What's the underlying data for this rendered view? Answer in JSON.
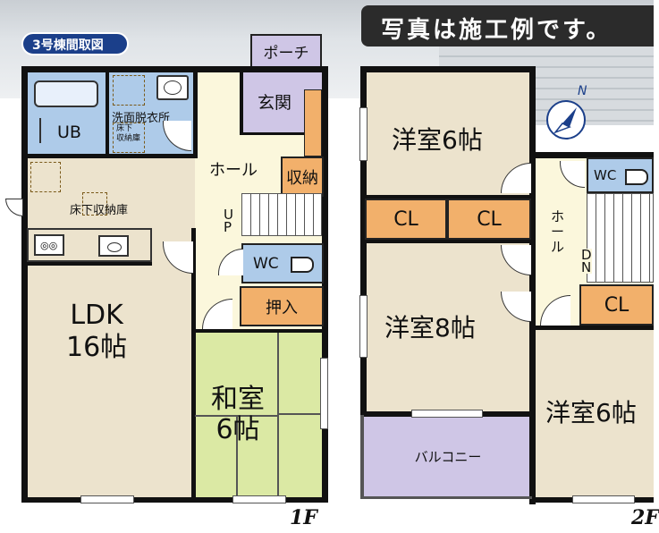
{
  "banner": {
    "text": "写真は施工例です。"
  },
  "tag": {
    "text": "3号棟間取図"
  },
  "floor1": {
    "label": "1F",
    "rooms": {
      "porch": "ポーチ",
      "genkan": "玄関",
      "hall": "ホール",
      "storage": "収納",
      "ub": "UB",
      "senmen": "洗面脱衣所",
      "yukashita_small": "床下\n収納庫",
      "yukashita": "床下収納庫",
      "up": "U\nP",
      "wc": "WC",
      "oshiire": "押入",
      "ldk": "LDK\n16帖",
      "washitsu": "和室\n6帖"
    }
  },
  "floor2": {
    "label": "2F",
    "rooms": {
      "youshitsu_a": "洋室6帖",
      "cl1": "CL",
      "cl2": "CL",
      "youshitsu_b": "洋室8帖",
      "balcony": "バルコニー",
      "hall": "ホ\nー\nル",
      "dn": "D\nN",
      "wc": "WC",
      "cl3": "CL",
      "youshitsu_c": "洋室6帖"
    }
  },
  "compass": {
    "north": "N"
  }
}
